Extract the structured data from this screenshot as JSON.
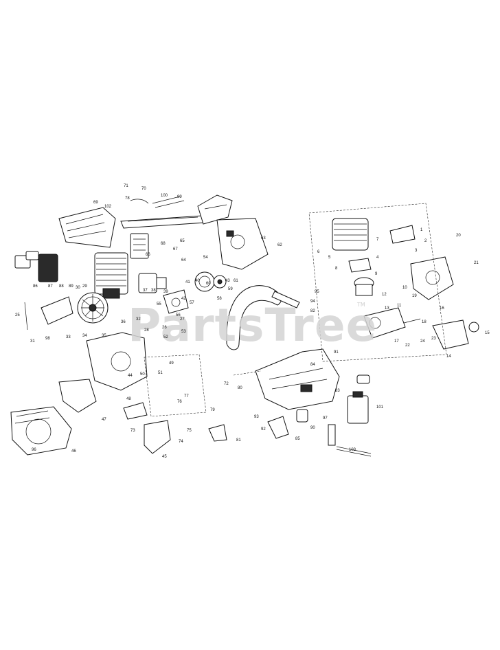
{
  "diagram": {
    "watermark": "PartsTree",
    "watermark_mark": "TM",
    "callouts": [
      "1",
      "2",
      "3",
      "4",
      "5",
      "6",
      "7",
      "8",
      "9",
      "10",
      "11",
      "12",
      "13",
      "14",
      "15",
      "16",
      "17",
      "18",
      "19",
      "20",
      "21",
      "22",
      "23",
      "24",
      "25",
      "26",
      "27",
      "28",
      "29",
      "30",
      "31",
      "32",
      "33",
      "34",
      "35",
      "36",
      "37",
      "38",
      "39",
      "40",
      "41",
      "42",
      "43",
      "44",
      "45",
      "46",
      "47",
      "48",
      "49",
      "50",
      "51",
      "52",
      "53",
      "54",
      "55",
      "56",
      "57",
      "58",
      "59",
      "60",
      "61",
      "62",
      "63",
      "64",
      "65",
      "66",
      "67",
      "68",
      "69",
      "70",
      "71",
      "72",
      "73",
      "74",
      "75",
      "76",
      "77",
      "78",
      "79",
      "80",
      "81",
      "82",
      "83",
      "84",
      "85",
      "86",
      "87",
      "88",
      "89",
      "90",
      "91",
      "92",
      "93",
      "94",
      "95",
      "96",
      "97",
      "98",
      "99",
      "100",
      "101",
      "102",
      "103"
    ]
  }
}
